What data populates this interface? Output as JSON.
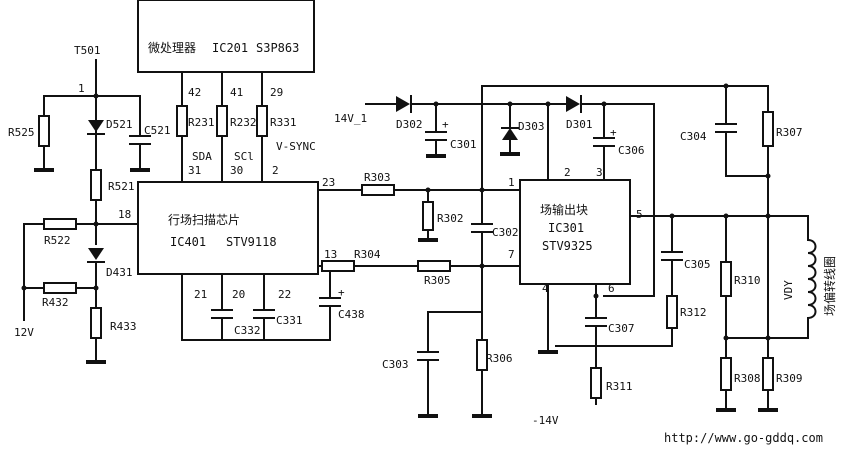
{
  "labels": {
    "t501": "T501",
    "mcu_title": "微处理器",
    "mcu_ic": "IC201",
    "mcu_part": "S3P863",
    "ic401_title": "行场扫描芯片",
    "ic401_ic": "IC401",
    "ic401_part": "STV9118",
    "ic301_title": "场输出块",
    "ic301_ic": "IC301",
    "ic301_part": "STV9325",
    "sda": "SDA",
    "scl": "SCl",
    "vsync": "V-SYNC",
    "supply_14": "14V_1",
    "supply_12": "12V",
    "supply_neg14": "-14V",
    "vdy": "VDY",
    "yoke": "场偏转线圈",
    "url": "http://www.go-gddq.com"
  },
  "components": {
    "r525": "R525",
    "d521": "D521",
    "c521": "C521",
    "r521": "R521",
    "r522": "R522",
    "d431": "D431",
    "r432": "R432",
    "r433": "R433",
    "r231": "R231",
    "r232": "R232",
    "r331": "R331",
    "c332": "C332",
    "c331": "C331",
    "c438": "C438",
    "r303": "R303",
    "r302": "R302",
    "r304": "R304",
    "r305": "R305",
    "c302": "C302",
    "c303": "C303",
    "r306": "R306",
    "d302": "D302",
    "c301": "C301",
    "d303": "D303",
    "d301": "D301",
    "c306": "C306",
    "c304": "C304",
    "r307": "R307",
    "c305": "C305",
    "r312": "R312",
    "c307": "C307",
    "r311": "R311",
    "r310": "R310",
    "r308": "R308",
    "r309": "R309"
  },
  "pins": {
    "p42": "42",
    "p41": "41",
    "p29": "29",
    "p31": "31",
    "p30": "30",
    "p2": "2",
    "p18": "18",
    "p23": "23",
    "p13": "13",
    "p21": "21",
    "p20": "20",
    "p22": "22",
    "q1": "1",
    "q2": "2",
    "q3": "3",
    "q4": "4",
    "q5": "5",
    "q6": "6",
    "q7": "7",
    "t1": "1"
  },
  "polarity": {
    "plus": "+"
  }
}
